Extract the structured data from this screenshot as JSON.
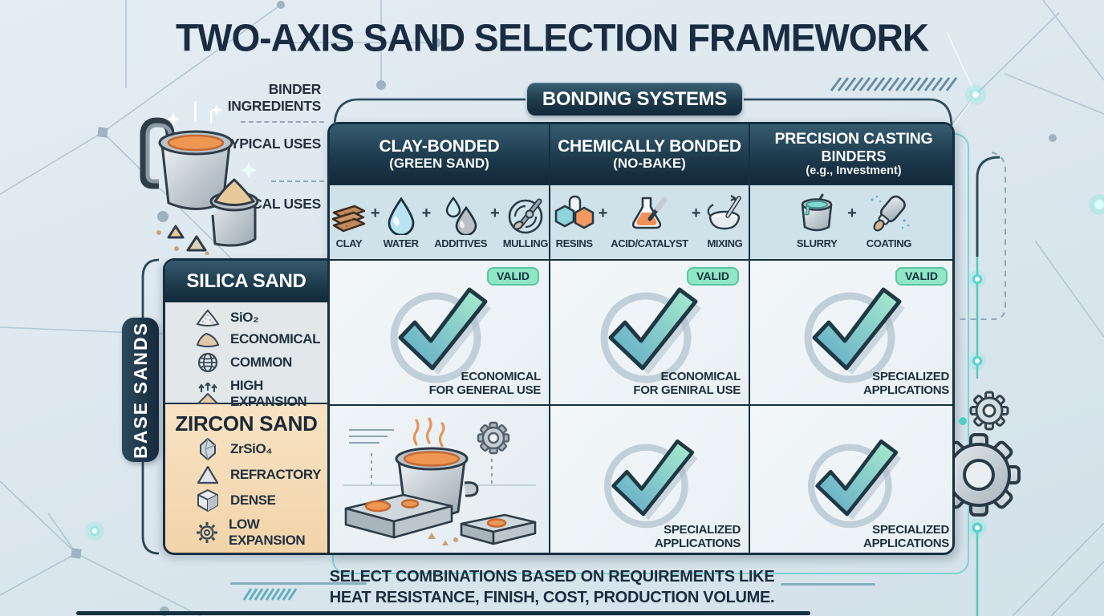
{
  "title": "TWO-AXIS SAND SELECTION FRAMEWORK",
  "left_labels": {
    "binder_ingredients": "BINDER INGREDIENTS",
    "typical_uses_a": "TYPICAL USES",
    "typical_uses_b": "TYPICAL USES"
  },
  "bonding": {
    "label": "BONDING SYSTEMS"
  },
  "base_sands_label": "BASE SANDS",
  "plus": "+",
  "columns": [
    {
      "title": "CLAY-BONDED",
      "subtitle": "(GREEN SAND)",
      "ingredients": [
        {
          "icon": "clay-slabs-icon",
          "label": "CLAY"
        },
        {
          "icon": "water-drop-icon",
          "label": "WATER"
        },
        {
          "icon": "additive-drops-icon",
          "label": "ADDITIVES"
        },
        {
          "icon": "mulling-wheel-icon",
          "label": "MULLING"
        }
      ]
    },
    {
      "title": "CHEMICALLY BONDED",
      "subtitle": "(NO-BAKE)",
      "ingredients": [
        {
          "icon": "resin-hexagons-icon",
          "label": "RESINS"
        },
        {
          "icon": "acid-flask-icon",
          "label": "ACID/CATALYST"
        },
        {
          "icon": "mixing-bowl-icon",
          "label": "MIXING"
        }
      ]
    },
    {
      "title": "PRECISION CASTING",
      "subtitle": "BINDERS",
      "subtitle2": "(e.g., Investment)",
      "ingredients": [
        {
          "icon": "slurry-bucket-icon",
          "label": "SLURRY"
        },
        {
          "icon": "coating-spray-icon",
          "label": "COATING"
        }
      ]
    }
  ],
  "rows": [
    {
      "name": "SILICA SAND",
      "properties": [
        {
          "icon": "sand-pile-icon",
          "label": "SiO₂"
        },
        {
          "icon": "sand-mound-icon",
          "label": "ECONOMICAL"
        },
        {
          "icon": "globe-icon",
          "label": "COMMON"
        },
        {
          "icon": "expansion-arrows-icon",
          "label": "HIGH EXPANSION"
        }
      ]
    },
    {
      "name": "ZIRCON SAND",
      "properties": [
        {
          "icon": "crystal-icon",
          "label": "ZrSiO₄"
        },
        {
          "icon": "triangle-icon",
          "label": "REFRACTORY"
        },
        {
          "icon": "cube-icon",
          "label": "DENSE"
        },
        {
          "icon": "gear-icon",
          "label": "LOW EXPANSION"
        }
      ]
    }
  ],
  "cells": {
    "silica_clay": {
      "badge": "VALID",
      "note": "ECONOMICAL\nFOR GENERAL USE",
      "check": true
    },
    "silica_chem": {
      "badge": "VALID",
      "note": "ECONOMICAL\nFOR GENIRAL USE",
      "check": true
    },
    "silica_precision": {
      "badge": "VALID",
      "note": "SPECIALIZED\nAPPLICATIONS",
      "check": true
    },
    "zircon_clay": {
      "illustration": "melting-pot-and-molds",
      "check": false
    },
    "zircon_chem": {
      "note": "SPECIALIZED\nAPPLICATIONS",
      "check": true
    },
    "zircon_precision": {
      "note": "SPECIALIZED\nAPPLICATIONS",
      "check": true
    }
  },
  "footer": {
    "line1": "SELECT COMBINATIONS BASED ON REQUIREMENTS LIKE",
    "line2": "HEAT RESISTANCE, FINISH, COST, PRODUCTION VOLUME."
  },
  "colors": {
    "navy": "#16303f",
    "header_gradient_top": "#365c70",
    "teal_accent": "#6fd0cc",
    "valid_badge_bg": "#8fe7c6",
    "check_gradient_light": "#a9eccd",
    "check_gradient_dark": "#5fa8c6",
    "ingredient_row_bg": "#cfe1e9",
    "zircon_row_bg": "#f5dbb5",
    "silica_body_bg": "#e2e7ea",
    "molten_orange": "#ee9752",
    "background": "#dde8ef"
  }
}
